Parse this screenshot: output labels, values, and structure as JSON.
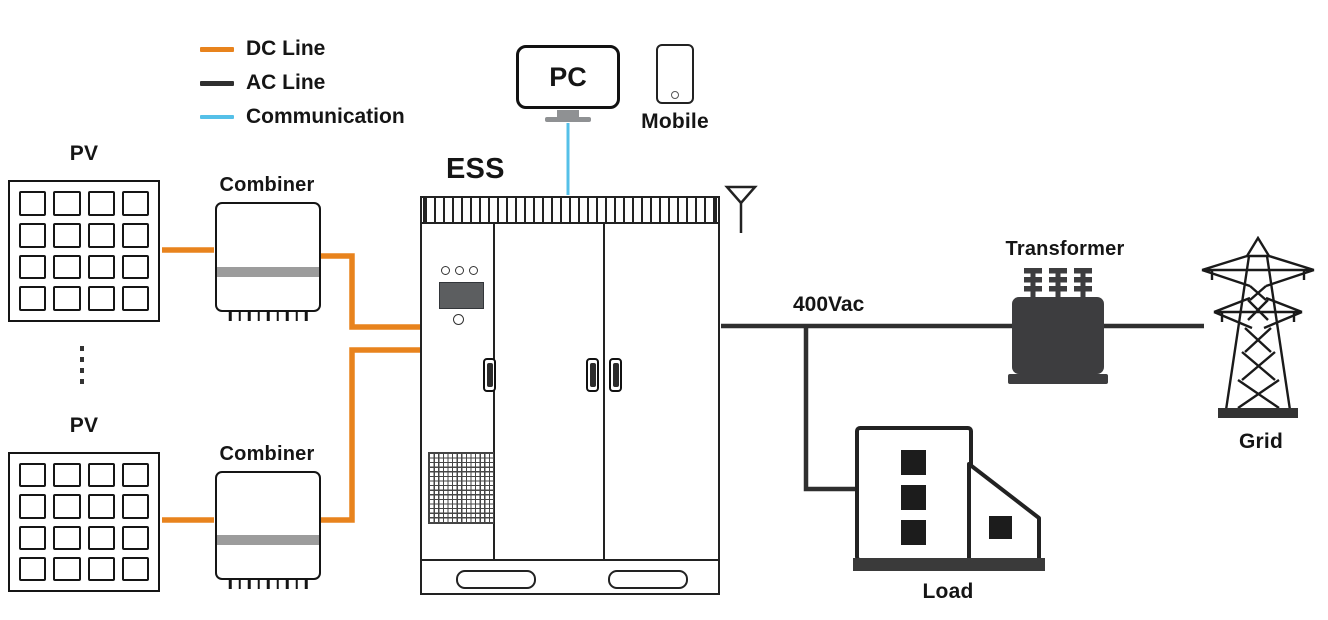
{
  "colors": {
    "dc_line": "#E8831D",
    "ac_line": "#2F2F2F",
    "communication": "#55C0E8",
    "ink": "#151515",
    "device_gray": "#3D3D3F"
  },
  "legend": {
    "items": [
      {
        "id": "dc",
        "label": "DC Line"
      },
      {
        "id": "ac",
        "label": "AC Line"
      },
      {
        "id": "comm",
        "label": "Communication"
      }
    ]
  },
  "nodes": {
    "pv_top": {
      "label": "PV"
    },
    "pv_bottom": {
      "label": "PV"
    },
    "combiner_top": {
      "label": "Combiner"
    },
    "combiner_bottom": {
      "label": "Combiner"
    },
    "ess": {
      "label": "ESS"
    },
    "pc": {
      "label": "PC"
    },
    "mobile": {
      "label": "Mobile"
    },
    "transformer": {
      "label": "Transformer"
    },
    "grid": {
      "label": "Grid"
    },
    "load": {
      "label": "Load"
    }
  },
  "annotations": {
    "ac_voltage": "400Vac"
  },
  "connections": [
    {
      "from": "pv_top",
      "to": "combiner_top",
      "type": "dc"
    },
    {
      "from": "combiner_top",
      "to": "ess",
      "type": "dc"
    },
    {
      "from": "pv_bottom",
      "to": "combiner_bottom",
      "type": "dc"
    },
    {
      "from": "combiner_bottom",
      "to": "ess",
      "type": "dc"
    },
    {
      "from": "ess",
      "to": "transformer",
      "type": "ac",
      "label": "400Vac"
    },
    {
      "from": "ac_bus",
      "to": "load",
      "type": "ac"
    },
    {
      "from": "transformer",
      "to": "grid",
      "type": "ac"
    },
    {
      "from": "pc",
      "to": "ess",
      "type": "communication"
    }
  ]
}
